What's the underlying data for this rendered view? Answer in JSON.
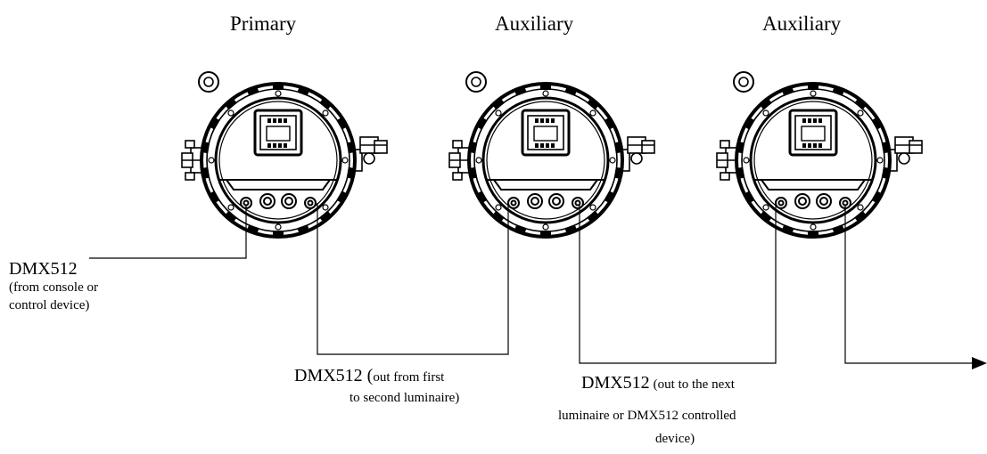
{
  "fixtures": [
    {
      "role": "Primary"
    },
    {
      "role": "Auxiliary"
    },
    {
      "role": "Auxiliary"
    }
  ],
  "labels": {
    "input": {
      "title": "DMX512",
      "line1": "(from console or",
      "line2": "control device)"
    },
    "link": {
      "title": "DMX512 (",
      "line1": "out from first",
      "line2": "to second luminaire)"
    },
    "output": {
      "title": "DMX512",
      "line1": "(out to the next",
      "line2": "luminaire or DMX512 controlled",
      "line3": "device)"
    }
  }
}
